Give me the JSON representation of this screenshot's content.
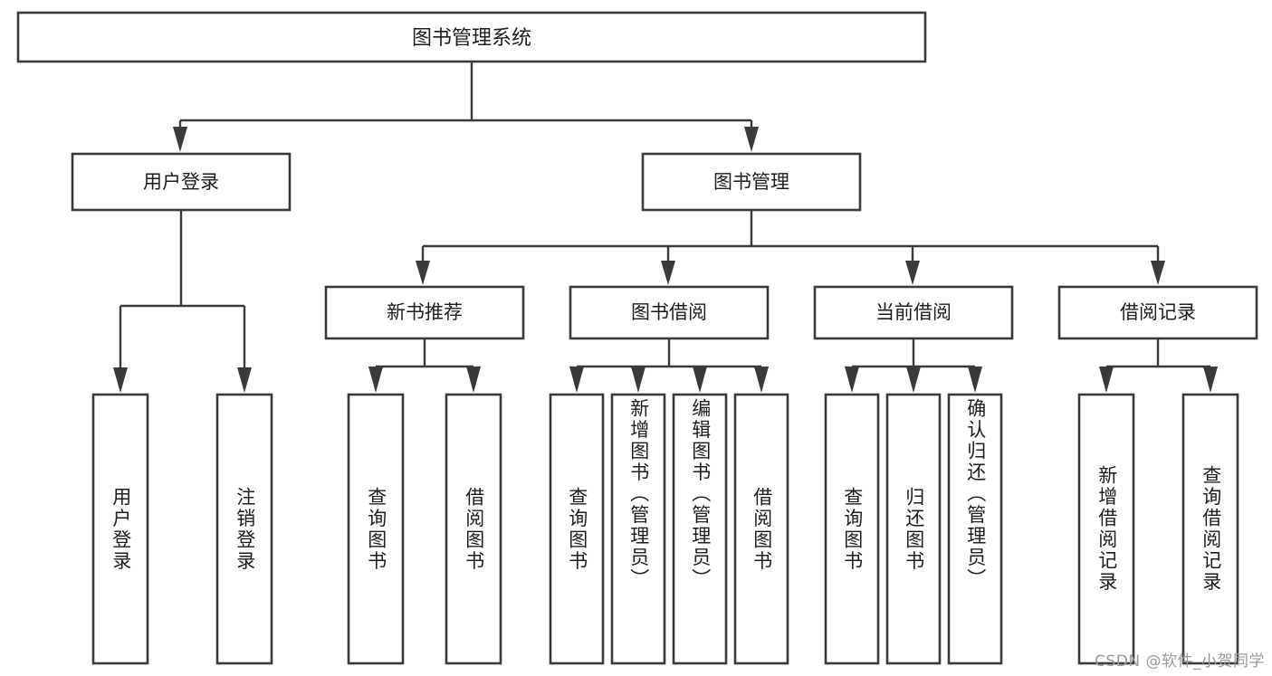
{
  "diagram": {
    "title": "图书管理系统",
    "type": "hierarchy-tree",
    "root": {
      "label": "图书管理系统"
    },
    "level2": [
      {
        "label": "用户登录"
      },
      {
        "label": "图书管理"
      }
    ],
    "level3": [
      {
        "label": "新书推荐"
      },
      {
        "label": "图书借阅"
      },
      {
        "label": "当前借阅"
      },
      {
        "label": "借阅记录"
      }
    ],
    "leaves": {
      "user_login": [
        {
          "label": "用户登录"
        },
        {
          "label": "注销登录"
        }
      ],
      "new_book_recommend": [
        {
          "label": "查询图书"
        },
        {
          "label": "借阅图书"
        }
      ],
      "book_borrow": [
        {
          "label": "查询图书"
        },
        {
          "label": "新增图书（管理员）"
        },
        {
          "label": "编辑图书（管理员）"
        },
        {
          "label": "借阅图书"
        }
      ],
      "current_borrow": [
        {
          "label": "查询图书"
        },
        {
          "label": "归还图书"
        },
        {
          "label": "确认归还（管理员）"
        }
      ],
      "borrow_record": [
        {
          "label": "新增借阅记录"
        },
        {
          "label": "查询借阅记录"
        }
      ]
    }
  },
  "watermark": {
    "text": "CSDN @软件_小贺同学"
  },
  "colors": {
    "box_stroke": "#3a3a3a",
    "box_fill": "#ffffff",
    "text": "#1d1d1d",
    "watermark": "#9a9a9a",
    "background": "#ffffff"
  }
}
